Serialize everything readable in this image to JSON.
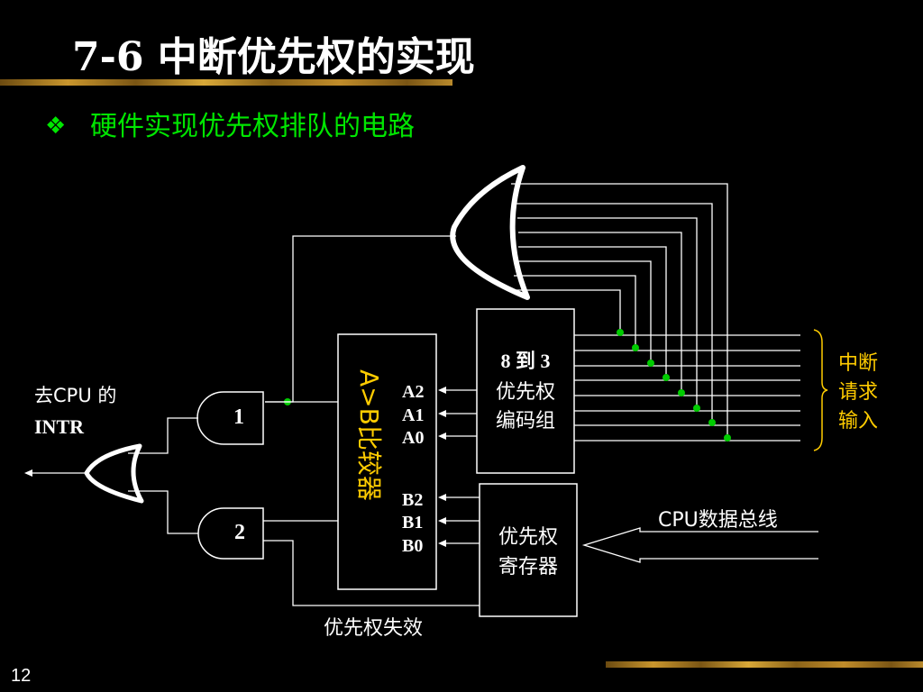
{
  "slide": {
    "title": "7-6   中断优先权的实现",
    "bullet_symbol": "❖",
    "subtitle": "硬件实现优先权排队的电路",
    "page_number": "12"
  },
  "diagram": {
    "output_label_line1": "去CPU 的",
    "output_label_line2": "INTR",
    "gate1_label": "1",
    "gate2_label": "2",
    "comparator_label": "A>B比较器",
    "pin_a2": "A2",
    "pin_a1": "A1",
    "pin_a0": "A0",
    "pin_b2": "B2",
    "pin_b1": "B1",
    "pin_b0": "B0",
    "encoder_line1": "8 到 3",
    "encoder_line2": "优先权",
    "encoder_line3": "编码组",
    "register_line1": "优先权",
    "register_line2": "寄存器",
    "bus_label": "CPU数据总线",
    "interrupt_line1": "中断",
    "interrupt_line2": "请求",
    "interrupt_line3": "输入",
    "invalid_label": "优先权失效"
  },
  "colors": {
    "background": "#000000",
    "title": "#ffffff",
    "subtitle": "#00e600",
    "highlight": "#ffcc00",
    "junction_dot": "#00cc00"
  }
}
